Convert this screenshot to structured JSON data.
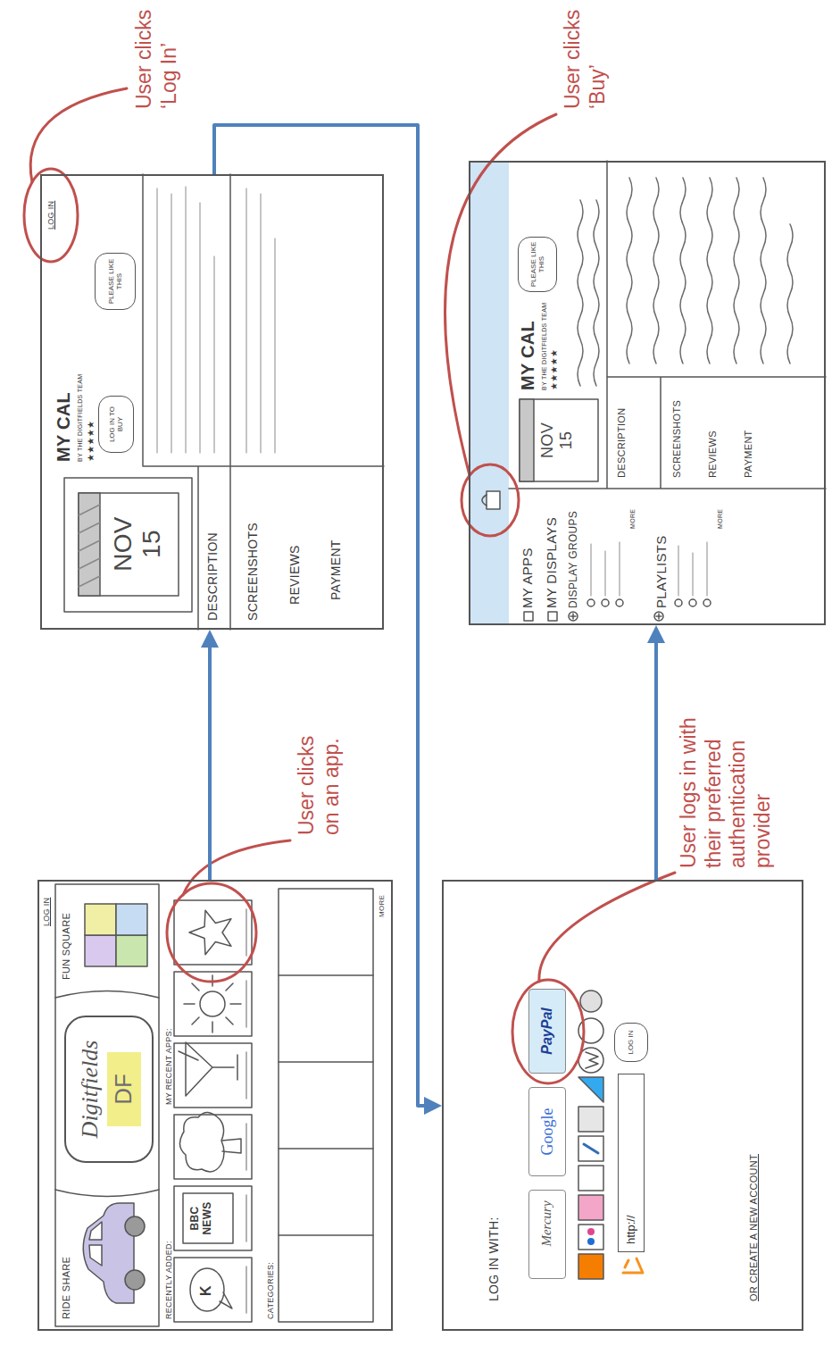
{
  "diagram": {
    "nodes": [
      {
        "text": [
          "LOG IN",
          "RIDE SHARE",
          "FUN SQUARE",
          "RECENTLY ADDED:",
          "MY RECENT APPS:",
          "K",
          "BBC NEWS",
          "CATEGORIES:",
          "MORE"
        ]
      },
      {
        "text": [
          "Digitfields",
          "DF"
        ],
        "in": 0
      },
      {
        "text": [
          "LOG IN",
          "MY CAL",
          "BY THE DIGITFIELDS TEAM",
          "★★★★★",
          "NOV 15",
          "DESCRIPTION",
          "SCREENSHOTS",
          "REVIEWS",
          "PAYMENT"
        ]
      },
      {
        "text": [
          "LOG IN TO BUY"
        ],
        "in": 2
      },
      {
        "text": [
          "PLEASE LIKE THIS"
        ],
        "in": 2
      },
      {
        "text": [
          "LOG IN WITH:",
          "OR CREATE A NEW ACCOUNT"
        ]
      },
      {
        "text": [
          "Mercury"
        ],
        "in": 5
      },
      {
        "text": [
          "Google"
        ],
        "in": 5
      },
      {
        "text": [
          "PayPal"
        ],
        "in": 5
      },
      {
        "text": [
          "http://"
        ],
        "in": 5
      },
      {
        "text": [
          "LOG IN"
        ],
        "in": 5
      },
      {
        "text": [
          "MY APPS",
          "MY DISPLAYS",
          "DISPLAY GROUPS",
          "MORE",
          "PLAYLISTS",
          "MORE",
          "NOV 15",
          "MY CAL",
          "BY THE DIGITFIELDS TEAM",
          "★★★★★",
          "DESCRIPTION",
          "SCREENSHOTS",
          "REVIEWS",
          "PAYMENT"
        ]
      },
      {
        "text": [
          "PLEASE LIKE THIS"
        ],
        "in": 11
      }
    ],
    "edges": [
      {
        "from": 0,
        "to": 2,
        "arrow": "to"
      },
      {
        "from": 2,
        "to": 5,
        "arrow": "to"
      },
      {
        "from": 5,
        "to": 11,
        "arrow": "to"
      }
    ],
    "labels": [
      "User clicks ‘Log In’",
      "User clicks on an app.",
      "User clicks ‘Buy’",
      "User logs in with their preferred authentication provider"
    ]
  }
}
